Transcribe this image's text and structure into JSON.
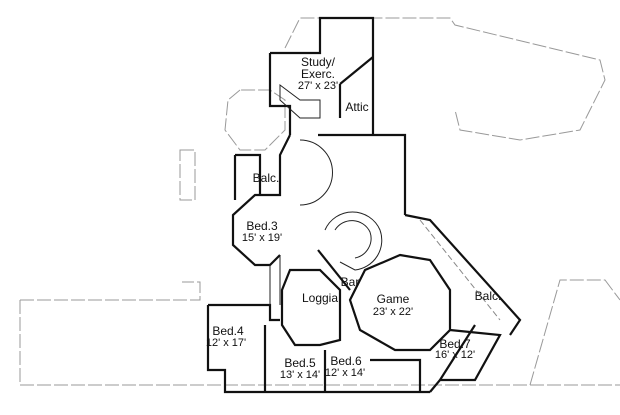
{
  "rooms": {
    "study": {
      "name1": "Study/",
      "name2": "Exerc.",
      "size": "27' x 23'"
    },
    "attic": {
      "name": "Attic"
    },
    "balcony_upper": {
      "name": "Balc."
    },
    "bed3": {
      "name": "Bed.3",
      "size": "15' x 19'"
    },
    "bar": {
      "name": "Bar"
    },
    "loggia": {
      "name": "Loggia"
    },
    "game": {
      "name": "Game",
      "size": "23' x 22'"
    },
    "balcony_right": {
      "name": "Balc."
    },
    "bed4": {
      "name": "Bed.4",
      "size": "12' x 17'"
    },
    "bed5": {
      "name": "Bed.5",
      "size": "13' x 14'"
    },
    "bed6": {
      "name": "Bed.6",
      "size": "12' x 14'"
    },
    "bed7": {
      "name": "Bed.7",
      "size": "16' x 12'"
    }
  }
}
